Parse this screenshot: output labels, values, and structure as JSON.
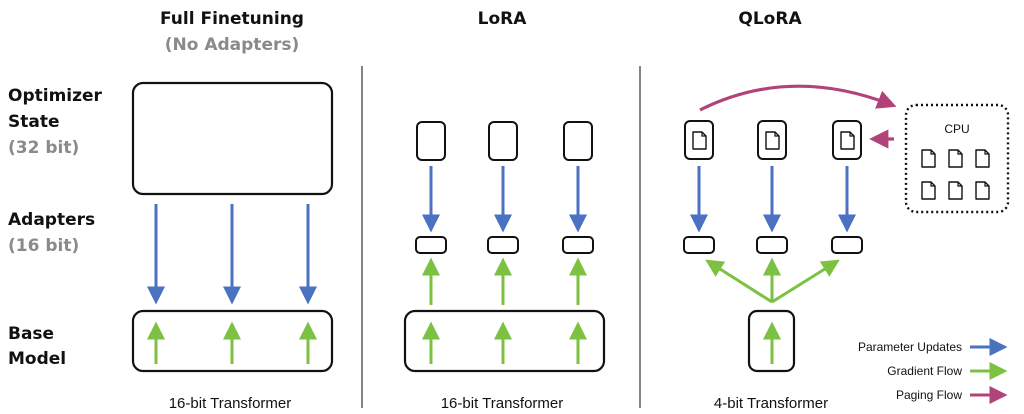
{
  "columns": {
    "full": {
      "title": "Full Finetuning",
      "subtitle": "(No Adapters)",
      "caption": "16-bit Transformer"
    },
    "lora": {
      "title": "LoRA",
      "caption": "16-bit Transformer"
    },
    "qlora": {
      "title": "QLoRA",
      "caption": "4-bit Transformer",
      "cpu_label": "CPU"
    }
  },
  "rows": {
    "optimizer": {
      "line1": "Optimizer",
      "line2": "State",
      "note": "(32 bit)"
    },
    "adapters": {
      "line1": "Adapters",
      "note": "(16 bit)"
    },
    "base": {
      "line1": "Base",
      "line2": "Model"
    }
  },
  "legend": {
    "items": [
      {
        "label": "Parameter Updates",
        "icon": "blue-arrow-icon"
      },
      {
        "label": "Gradient Flow",
        "icon": "green-arrow-icon"
      },
      {
        "label": "Paging Flow",
        "icon": "magenta-arrow-icon"
      }
    ]
  },
  "colors": {
    "parameter_updates": "#4a72c0",
    "gradient_flow": "#7cc142",
    "paging_flow": "#b2437a",
    "gray_text": "#8a8a8a",
    "dark": "#111111"
  }
}
